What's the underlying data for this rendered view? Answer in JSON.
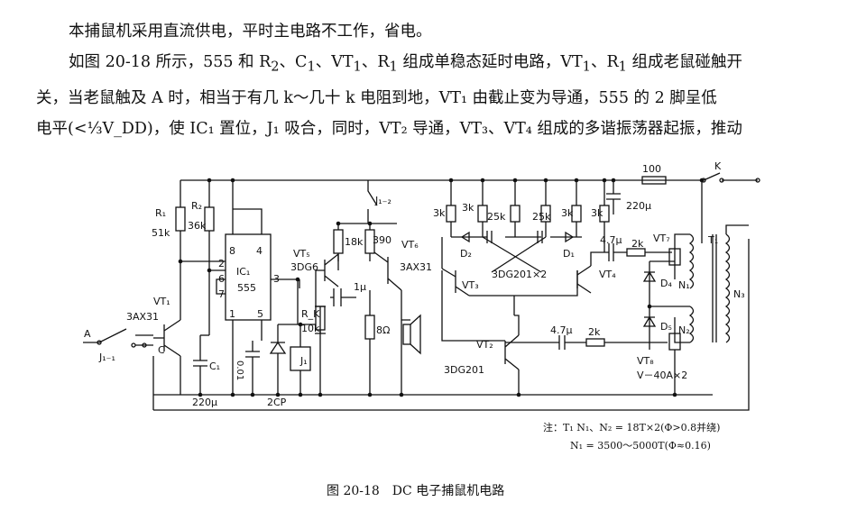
{
  "text": {
    "para1": "本捕鼠机采用直流供电，平时主电路不工作，省电。",
    "para2_a": "如图 20-18 所示，555 和 R",
    "para2_b": "、C",
    "para2_c": "、VT",
    "para2_d": "、R",
    "para2_e": " 组成单稳态延时电路，VT",
    "para2_f": "、R",
    "para2_g": " 组成老鼠碰触开",
    "line3": "关，当老鼠触及 A 时，相当于有几 k～几十 k 电阻到地，VT₁ 由截止变为导通，555 的 2 脚呈低",
    "line4": "电平(<⅓V_DD)，使 IC₁ 置位，J₁ 吸合，同时，VT₂ 导通，VT₃、VT₄ 组成的多谐振荡器起振，推动"
  },
  "labels": {
    "r1": "R₁",
    "r1v": "51k",
    "r2": "R₂",
    "r2v": "36k",
    "ic1": "IC₁",
    "ic1t": "555",
    "p8": "8",
    "p4": "4",
    "p2": "2",
    "p6": "6",
    "p7": "7",
    "p3": "3",
    "p1": "1",
    "p5": "5",
    "vt1": "VT₁",
    "vt1t": "3AX31",
    "a": "A",
    "c": "C",
    "j11": "J₁₋₁",
    "c1": "C₁",
    "c1v": "220μ",
    "c001": "0.01",
    "j1": "J₁",
    "cp": "2CP",
    "vt5": "VT₅",
    "vt5t": "3DG6",
    "rk": "R_K",
    "rkv": "10k",
    "j12": "J₁₋₂",
    "r18k": "18k",
    "r390": "390",
    "vt6": "VT₆",
    "vt6t": "3AX31",
    "c1u": "1μ",
    "spk": "8Ω",
    "r3k1": "3k",
    "r3k2": "3k",
    "r25k1": "25k",
    "r25k2": "25k",
    "r3k3": "3k",
    "r3k4": "3k",
    "d2": "D₂",
    "d1": "D₁",
    "vt3": "VT₃",
    "vt34t": "3DG201×2",
    "vt4": "VT₄",
    "c47a": "4.7μ",
    "r2ka": "2k",
    "c47b": "4.7μ",
    "r2kb": "2k",
    "vt2": "VT₂",
    "vt2t": "3DG201",
    "r100": "100",
    "k": "K",
    "c220": "220μ",
    "vt7": "VT₇",
    "vt8": "VT₈",
    "vt78t": "V－40A×2",
    "d4": "D₄",
    "d5": "D₅",
    "n1": "N₁",
    "n2": "N₂",
    "n3": "N₃",
    "t1": "T₁"
  },
  "notes": {
    "line1": "注：T₁ N₁、N₂ = 18T×2(Φ>0.8并绕)",
    "line2": "N₁ = 3500～5000T(Φ≈0.16)"
  },
  "caption": "图 20-18　DC 电子捕鼠机电路"
}
